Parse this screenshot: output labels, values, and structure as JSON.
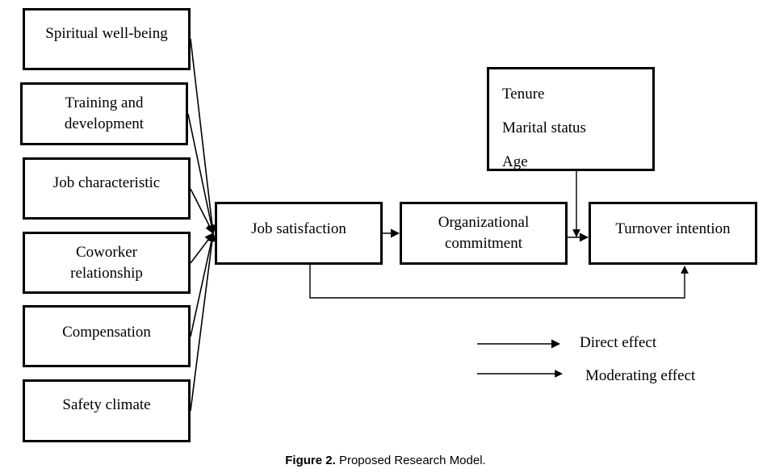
{
  "antecedents": [
    {
      "lines": [
        "Spiritual well-being"
      ]
    },
    {
      "lines": [
        "Training and",
        "development"
      ]
    },
    {
      "lines": [
        "Job characteristic"
      ]
    },
    {
      "lines": [
        "Coworker",
        "relationship"
      ]
    },
    {
      "lines": [
        "Compensation"
      ]
    },
    {
      "lines": [
        "Safety climate"
      ]
    }
  ],
  "mediators": {
    "job_satisfaction": "Job satisfaction",
    "organizational_commitment": [
      "Organizational",
      "commitment"
    ]
  },
  "outcome": "Turnover intention",
  "moderators": [
    "Tenure",
    "Marital status",
    "Age"
  ],
  "legend": {
    "direct": "Direct effect",
    "moderating": "Moderating effect"
  },
  "caption": {
    "label": "Figure 2.",
    "text": " Proposed Research Model."
  }
}
